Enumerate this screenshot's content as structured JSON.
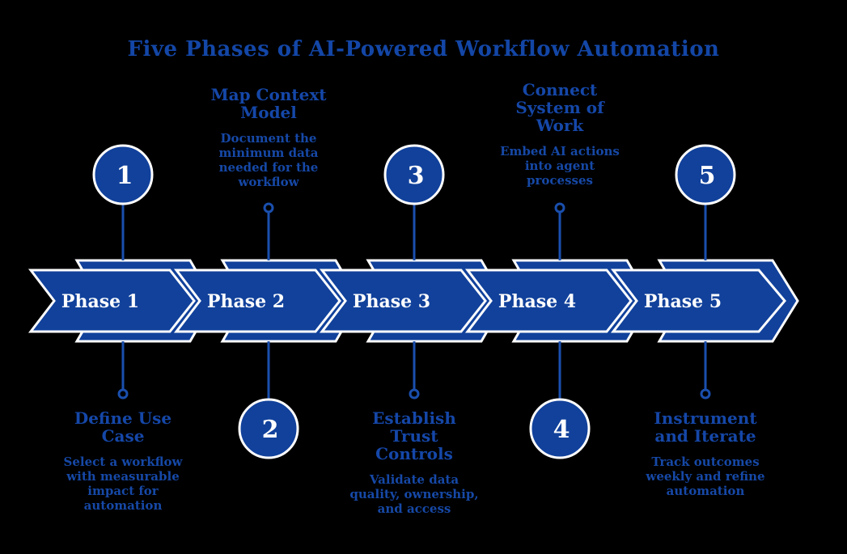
{
  "title": "Five Phases of AI-Powered Workflow Automation",
  "colors": {
    "background": "#000000",
    "shape_fill": "#11419B",
    "shape_stroke": "#FFFFFF",
    "heading_text": "#1547A8",
    "body_text": "#1648A6",
    "connector_line": "#1A4FAE",
    "arrow_label_text": "#FFFFFF"
  },
  "phases": [
    {
      "number": "1",
      "arrow_label": "Phase 1",
      "heading": "Define Use Case",
      "description": "Select a workflow with measurable impact for automation",
      "detail_position": "below",
      "circle_position": "above"
    },
    {
      "number": "2",
      "arrow_label": "Phase 2",
      "heading": "Map Context Model",
      "description": "Document the minimum data needed for the workflow",
      "detail_position": "above",
      "circle_position": "below"
    },
    {
      "number": "3",
      "arrow_label": "Phase 3",
      "heading": "Establish Trust Controls",
      "description": "Validate data quality, ownership, and access",
      "detail_position": "below",
      "circle_position": "above"
    },
    {
      "number": "4",
      "arrow_label": "Phase 4",
      "heading": "Connect System of Work",
      "description": "Embed AI actions into agent processes",
      "detail_position": "above",
      "circle_position": "below"
    },
    {
      "number": "5",
      "arrow_label": "Phase 5",
      "heading": "Instrument and Iterate",
      "description": "Track outcomes weekly and refine automation",
      "detail_position": "below",
      "circle_position": "above"
    }
  ]
}
